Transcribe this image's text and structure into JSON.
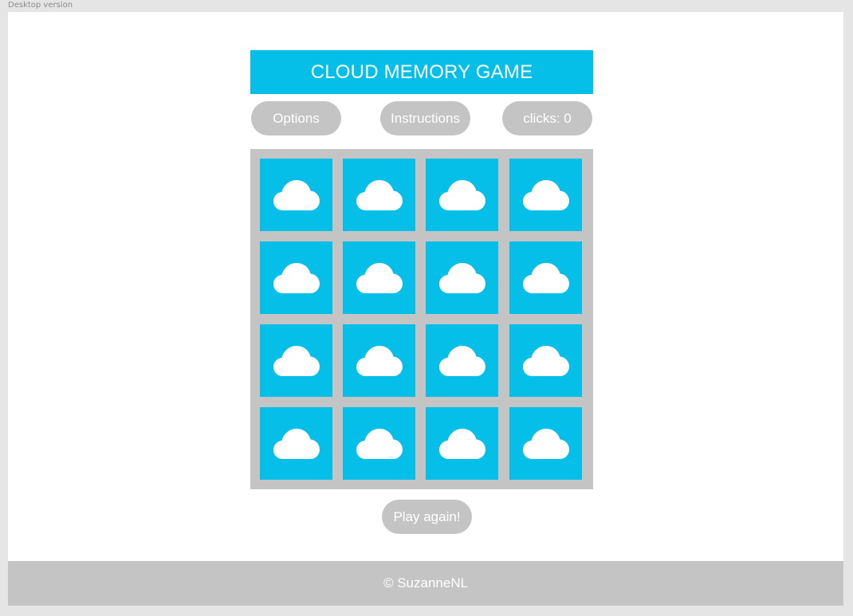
{
  "frame": {
    "label": "Desktop version"
  },
  "header": {
    "title": "CLOUD MEMORY GAME"
  },
  "controls": {
    "options_label": "Options",
    "instructions_label": "Instructions",
    "clicks_text": "clicks: 0"
  },
  "board": {
    "rows": 4,
    "columns": 4,
    "card_icon": "cloud-icon",
    "cards_face_down": 16
  },
  "actions": {
    "play_again_label": "Play again!"
  },
  "footer": {
    "copyright": "© SuzanneNL"
  },
  "colors": {
    "accent": "#06bfe8",
    "pill": "#c4c4c4",
    "board_bg": "#c4c4c4",
    "canvas": "#e5e5e5",
    "artboard": "#ffffff",
    "text_on_accent": "#ffffff"
  }
}
